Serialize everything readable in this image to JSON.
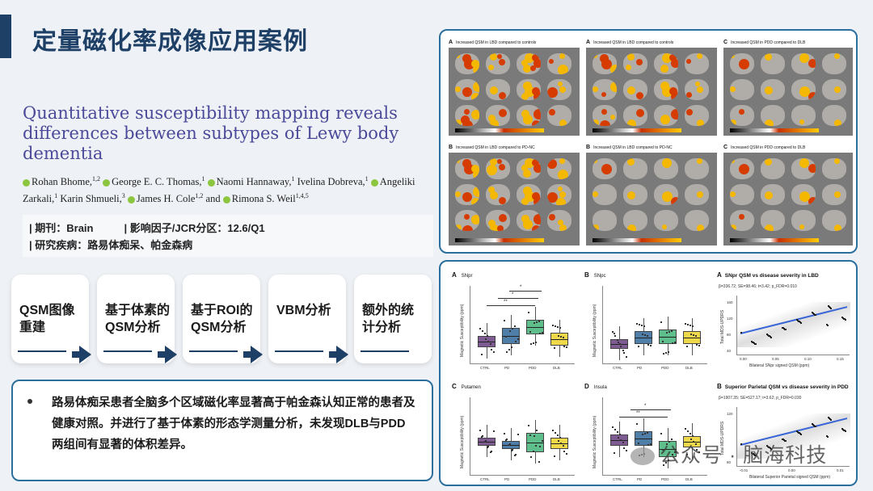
{
  "slide": {
    "title": "定量磁化率成像应用案例",
    "paper_title": "Quantitative susceptibility mapping reveals differences between subtypes of Lewy body dementia",
    "authors": [
      {
        "name": "Rohan Bhome,",
        "sup": "1,2",
        "orcid": true
      },
      {
        "name": "George E. C. Thomas,",
        "sup": "1",
        "orcid": true
      },
      {
        "name": "Naomi Hannaway,",
        "sup": "1",
        "orcid": true
      },
      {
        "name": "Ivelina Dobreva,",
        "sup": "1",
        "orcid": false
      },
      {
        "name": "Angeliki Zarkali,",
        "sup": "1",
        "orcid": true
      },
      {
        "name": "Karin Shmueli,",
        "sup": "3",
        "orcid": false
      },
      {
        "name": "James H. Cole",
        "sup": "1,2",
        "orcid": true
      },
      {
        "name": "and",
        "sup": "",
        "orcid": false
      },
      {
        "name": "Rimona S. Weil",
        "sup": "1,4,5",
        "orcid": true
      }
    ],
    "info": {
      "journal": "| 期刊：Brain",
      "impact": "| 影响因子/JCR分区：12.6/Q1",
      "disease": "| 研究疾病：路易体痴呆、帕金森病"
    },
    "steps": [
      {
        "line1": "QSM图像",
        "line2": "重建"
      },
      {
        "line1": "基于体素的",
        "line2": "QSM分析"
      },
      {
        "line1": "基于ROI的",
        "line2": "QSM分析"
      },
      {
        "line1": "VBM分析",
        "line2": ""
      },
      {
        "line1": "额外的统",
        "line2": "计分析"
      }
    ],
    "conclusion": "路易体痴呆患者全脑多个区域磁化率显著高于帕金森认知正常的患者及健康对照。并进行了基于体素的形态学测量分析，未发现DLB与PDD两组间有显著的体积差异。",
    "watermark": "公众号 · 脑海科技"
  },
  "brain_maps": [
    {
      "letter": "A",
      "caption": "Increased QSM in LBD compared to controls"
    },
    {
      "letter": "A",
      "caption": "Increased QSM in LBD compared to controls"
    },
    {
      "letter": "C",
      "caption": "Increased QSM in PDD compared to DLB"
    },
    {
      "letter": "B",
      "caption": "Increased QSM in LBD compared to PD-NC"
    },
    {
      "letter": "B",
      "caption": "Increased QSM in LBD compared to PD-NC"
    },
    {
      "letter": "C",
      "caption": "Increased QSM in PDD compared to DLB"
    }
  ],
  "chart_data": [
    {
      "type": "box",
      "letter": "A",
      "title": "SNpr",
      "ylabel": "Magnetic Susceptibility (ppm)",
      "categories": [
        "CTRL",
        "PD",
        "PDD",
        "DLB"
      ],
      "medians": [
        0.06,
        0.08,
        0.11,
        0.07
      ],
      "colors": [
        "#7e5c93",
        "#4f7fa8",
        "#5fbf8c",
        "#efd84a"
      ],
      "significance": [
        "**",
        "*",
        "*"
      ]
    },
    {
      "type": "box",
      "letter": "B",
      "title": "SNpc",
      "ylabel": "Magnetic Susceptibility (ppm)",
      "categories": [
        "CTRL",
        "PD",
        "PDD",
        "DLB"
      ],
      "medians": [
        0.05,
        0.06,
        0.065,
        0.06
      ],
      "colors": [
        "#7e5c93",
        "#4f7fa8",
        "#5fbf8c",
        "#efd84a"
      ],
      "significance": []
    },
    {
      "type": "box",
      "letter": "C",
      "title": "Putamen",
      "ylabel": "Magnetic Susceptibility (ppm)",
      "categories": [
        "CTRL",
        "PD",
        "PDD",
        "DLB"
      ],
      "medians": [
        0.03,
        0.025,
        0.035,
        0.03
      ],
      "colors": [
        "#7e5c93",
        "#4f7fa8",
        "#5fbf8c",
        "#efd84a"
      ],
      "significance": []
    },
    {
      "type": "box",
      "letter": "D",
      "title": "Insula",
      "ylabel": "Magnetic Susceptibility (ppm)",
      "categories": [
        "CTRL",
        "PD",
        "PDD",
        "DLB"
      ],
      "medians": [
        0.01,
        0.015,
        0.0,
        0.008
      ],
      "colors": [
        "#7e5c93",
        "#4f7fa8",
        "#5fbf8c",
        "#efd84a"
      ],
      "significance": [
        "**",
        "*"
      ]
    },
    {
      "type": "scatter",
      "letter": "A",
      "title": "SNpr QSM vs disease severity in LBD",
      "stats": "β=336.72; SE=98.46; t=3.42; p_FDR=0.010",
      "xlabel": "Bilateral SNpr signed QSM (ppm)",
      "ylabel": "Total MDS-UPDRS",
      "xticks": [
        "0.00",
        "0.05",
        "0.10",
        "0.15"
      ],
      "yticks": [
        "40",
        "80",
        "120",
        "160"
      ]
    },
    {
      "type": "scatter",
      "letter": "B",
      "title": "Superior Parietal QSM vs disease severity in PDD",
      "stats": "β=1907.35; SE=527.17; t=3.62; p_FDR=0.030",
      "xlabel": "Bilateral Superior Parietal signed QSM (ppm)",
      "ylabel": "Total MDS-UPDRS",
      "xticks": [
        "-0.01",
        "0.00",
        "0.01"
      ],
      "yticks": [
        "80",
        "120"
      ]
    }
  ]
}
